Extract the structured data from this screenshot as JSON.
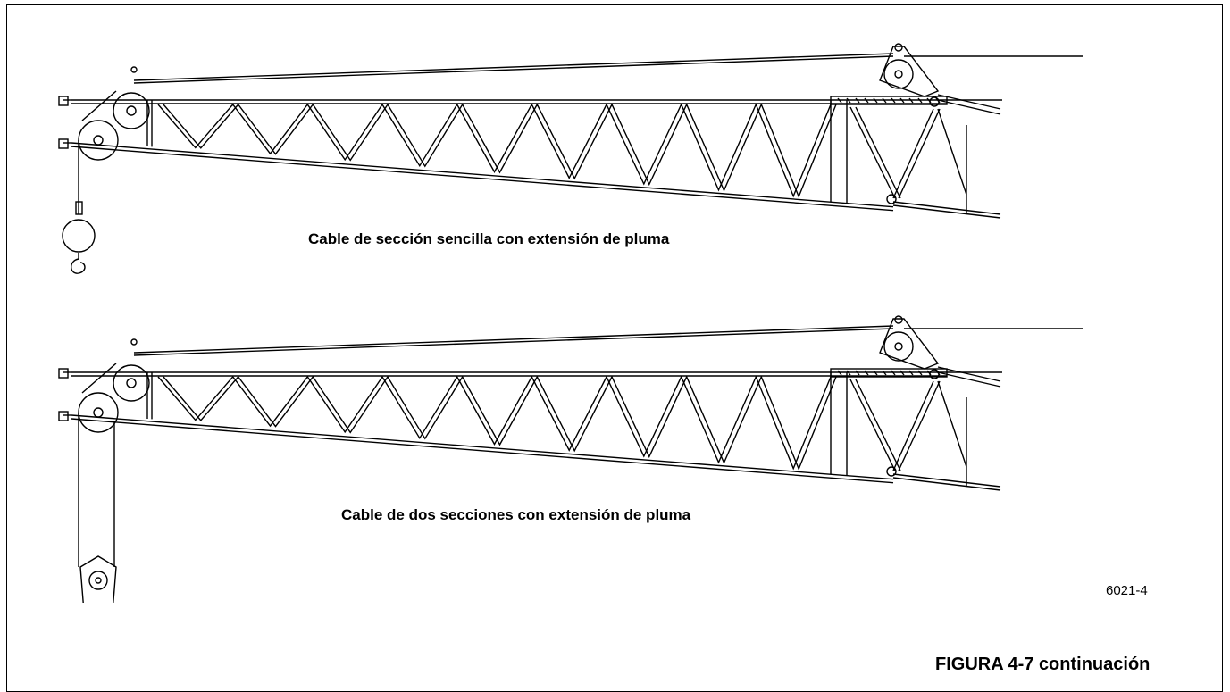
{
  "figure": {
    "title": "FIGURA 4-7 continuación",
    "drawing_number": "6021-4"
  },
  "diagrams": [
    {
      "caption": "Cable de sección sencilla con extensión de pluma",
      "reeving": "single-part"
    },
    {
      "caption": "Cable de dos secciones con extensión de pluma",
      "reeving": "two-part"
    }
  ]
}
